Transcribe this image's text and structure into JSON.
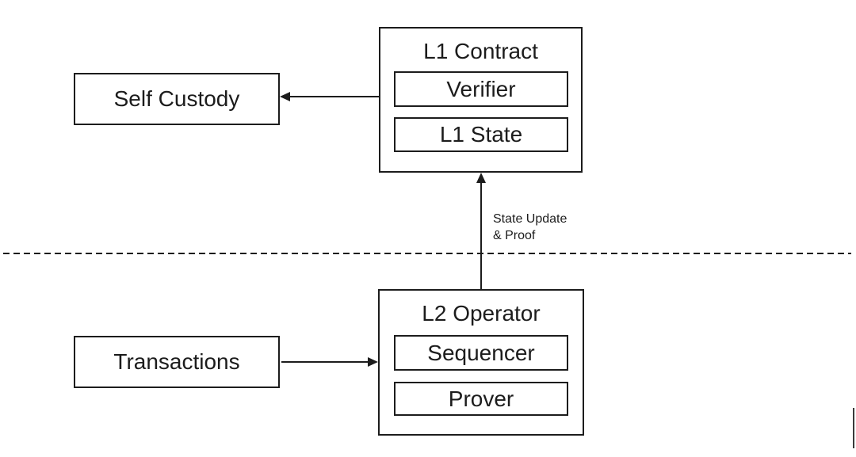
{
  "diagram": {
    "title_implied": "L2 rollup architecture",
    "l1_contract": {
      "title": "L1 Contract",
      "children": [
        {
          "label": "Verifier"
        },
        {
          "label": "L1 State"
        }
      ]
    },
    "self_custody": {
      "label": "Self Custody"
    },
    "l2_operator": {
      "title": "L2 Operator",
      "children": [
        {
          "label": "Sequencer"
        },
        {
          "label": "Prover"
        }
      ]
    },
    "transactions": {
      "label": "Transactions"
    },
    "arrow_label": {
      "line1": "State Update",
      "line2": "& Proof"
    }
  },
  "colors": {
    "line": "#1c1c1c",
    "background": "#ffffff"
  }
}
